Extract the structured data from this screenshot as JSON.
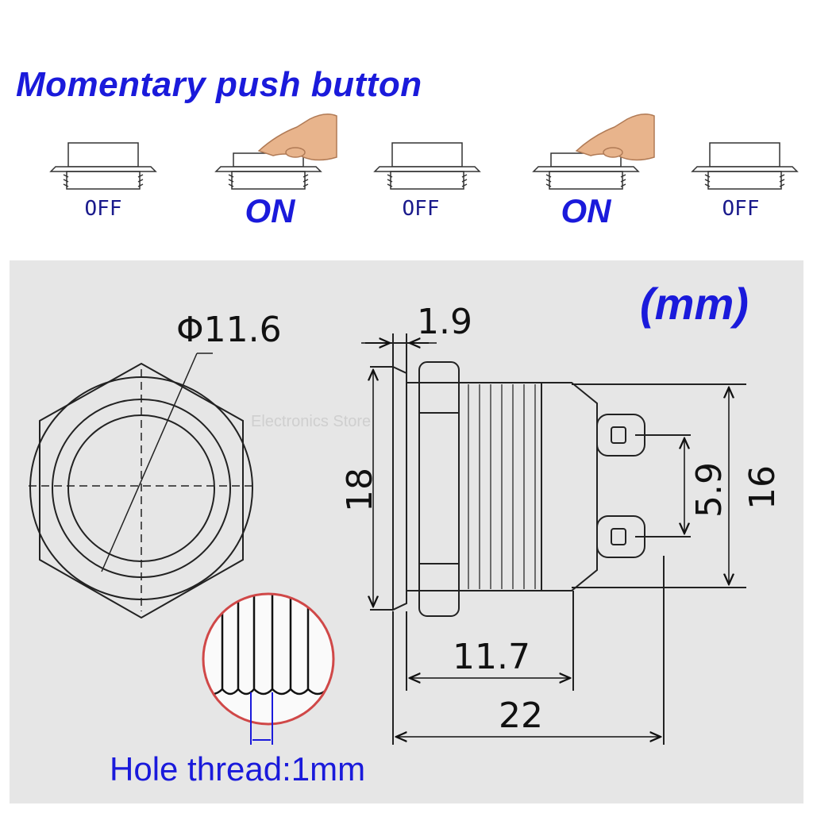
{
  "header": {
    "title": "Momentary push button"
  },
  "states": [
    {
      "label": "OFF",
      "pressed": false
    },
    {
      "label": "ON",
      "pressed": true
    },
    {
      "label": "OFF",
      "pressed": false
    },
    {
      "label": "ON",
      "pressed": true
    },
    {
      "label": "OFF",
      "pressed": false
    }
  ],
  "drawing": {
    "unit_label": "(mm)",
    "diameter_label": "Φ11.6",
    "dim_flange": "1.9",
    "dim_height": "18",
    "dim_pin_spacing": "5.9",
    "dim_body_height": "16",
    "dim_thread_length": "11.7",
    "dim_total_length": "22",
    "thread_note": "Hole thread:1mm",
    "watermark": "Electronics Store"
  },
  "colors": {
    "accent": "#1a1adb",
    "panel": "#e6e6e6",
    "magnifier_ring": "#d04848"
  }
}
